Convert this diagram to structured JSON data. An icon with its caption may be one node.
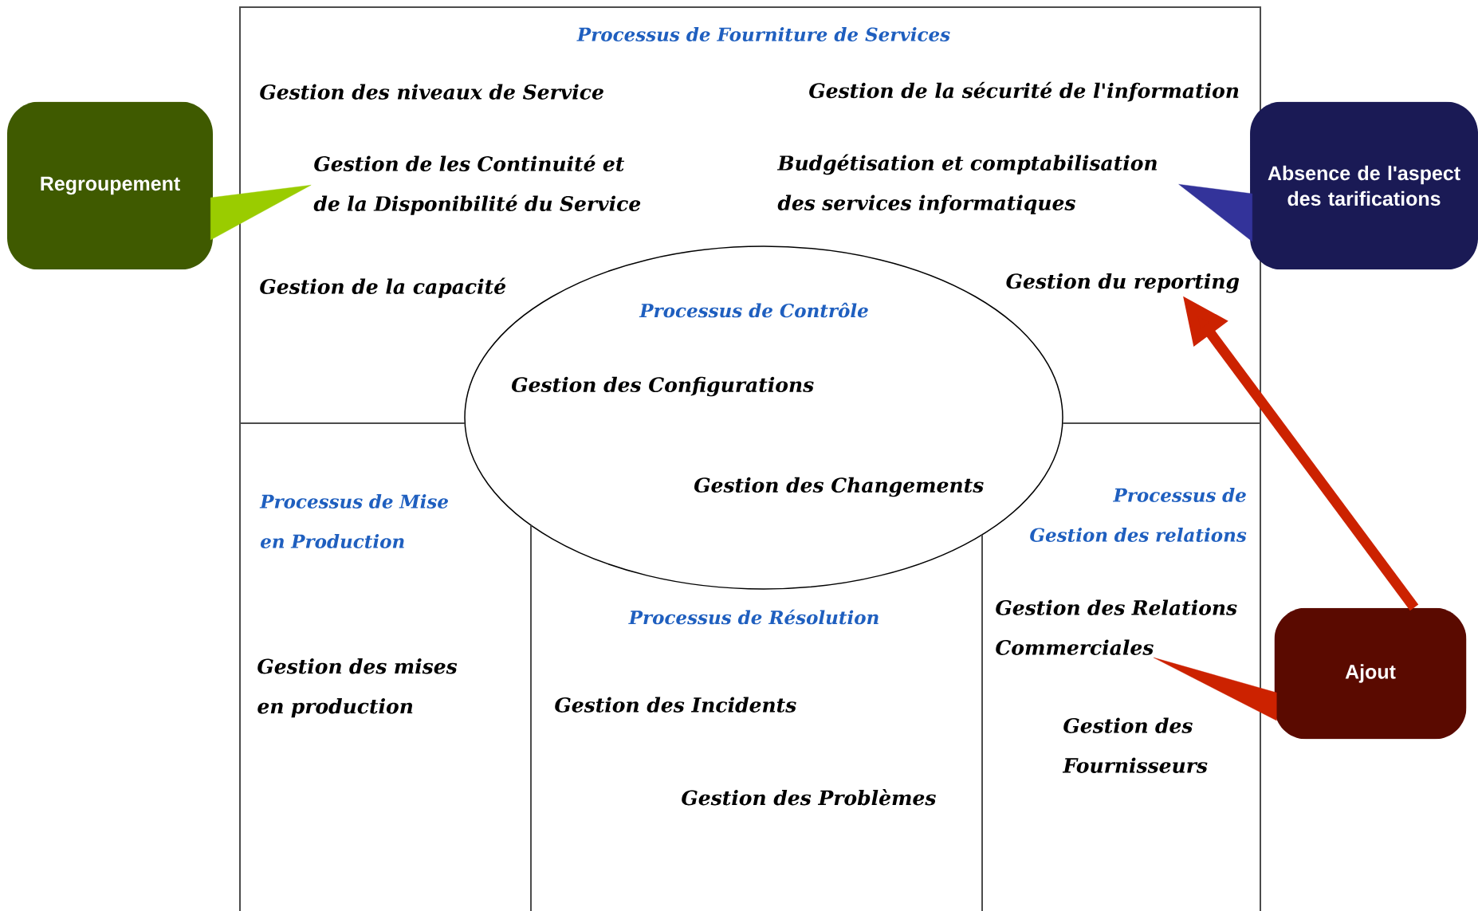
{
  "diagram": {
    "nodes": [
      {
        "text": [
          "Processus de Fourniture de Services"
        ]
      },
      {
        "text": [
          "Gestion des niveaux de Service"
        ],
        "in": 0
      },
      {
        "text": [
          "Gestion de la sécurité de l'information"
        ],
        "in": 0
      },
      {
        "text": [
          "Gestion de les Continuité et de la Disponibilité du Service"
        ],
        "in": 0
      },
      {
        "text": [
          "Budgétisation et comptabilisation des services informatiques"
        ],
        "in": 0
      },
      {
        "text": [
          "Gestion de la capacité"
        ],
        "in": 0
      },
      {
        "text": [
          "Gestion du reporting"
        ],
        "in": 0
      },
      {
        "text": [
          "Processus de Contrôle"
        ]
      },
      {
        "text": [
          "Gestion des Configurations"
        ]
      },
      {
        "text": [
          "Gestion des Changements"
        ],
        "in": 7
      },
      {
        "text": [
          "Processus de Mise en Production"
        ]
      },
      {
        "text": [
          "Gestion des mises en production"
        ],
        "in": 10
      },
      {
        "text": [
          "Processus de Résolution"
        ]
      },
      {
        "text": [
          "Gestion des Incidents"
        ],
        "in": 12
      },
      {
        "text": [
          "Gestion des Problèmes"
        ],
        "in": 12
      },
      {
        "text": [
          "Processus de Gestion des relations"
        ]
      },
      {
        "text": [
          "Gestion des Relations Commerciales"
        ],
        "in": 15
      },
      {
        "text": [
          "Gestion des Fournisseurs"
        ],
        "in": 15
      },
      {
        "text": [
          "Regroupement"
        ]
      },
      {
        "text": [
          "Absence de l'aspect des tarifications"
        ]
      },
      {
        "text": [
          "Ajout"
        ]
      }
    ],
    "edges": [
      {
        "from": 18,
        "to": 3,
        "arrow": "to"
      },
      {
        "from": 19,
        "to": 4,
        "arrow": "to"
      },
      {
        "from": 20,
        "to": 16,
        "arrow": "to"
      },
      {
        "from": 20,
        "to": 6,
        "arrow": "to",
        "color": "#cc2200"
      }
    ]
  }
}
